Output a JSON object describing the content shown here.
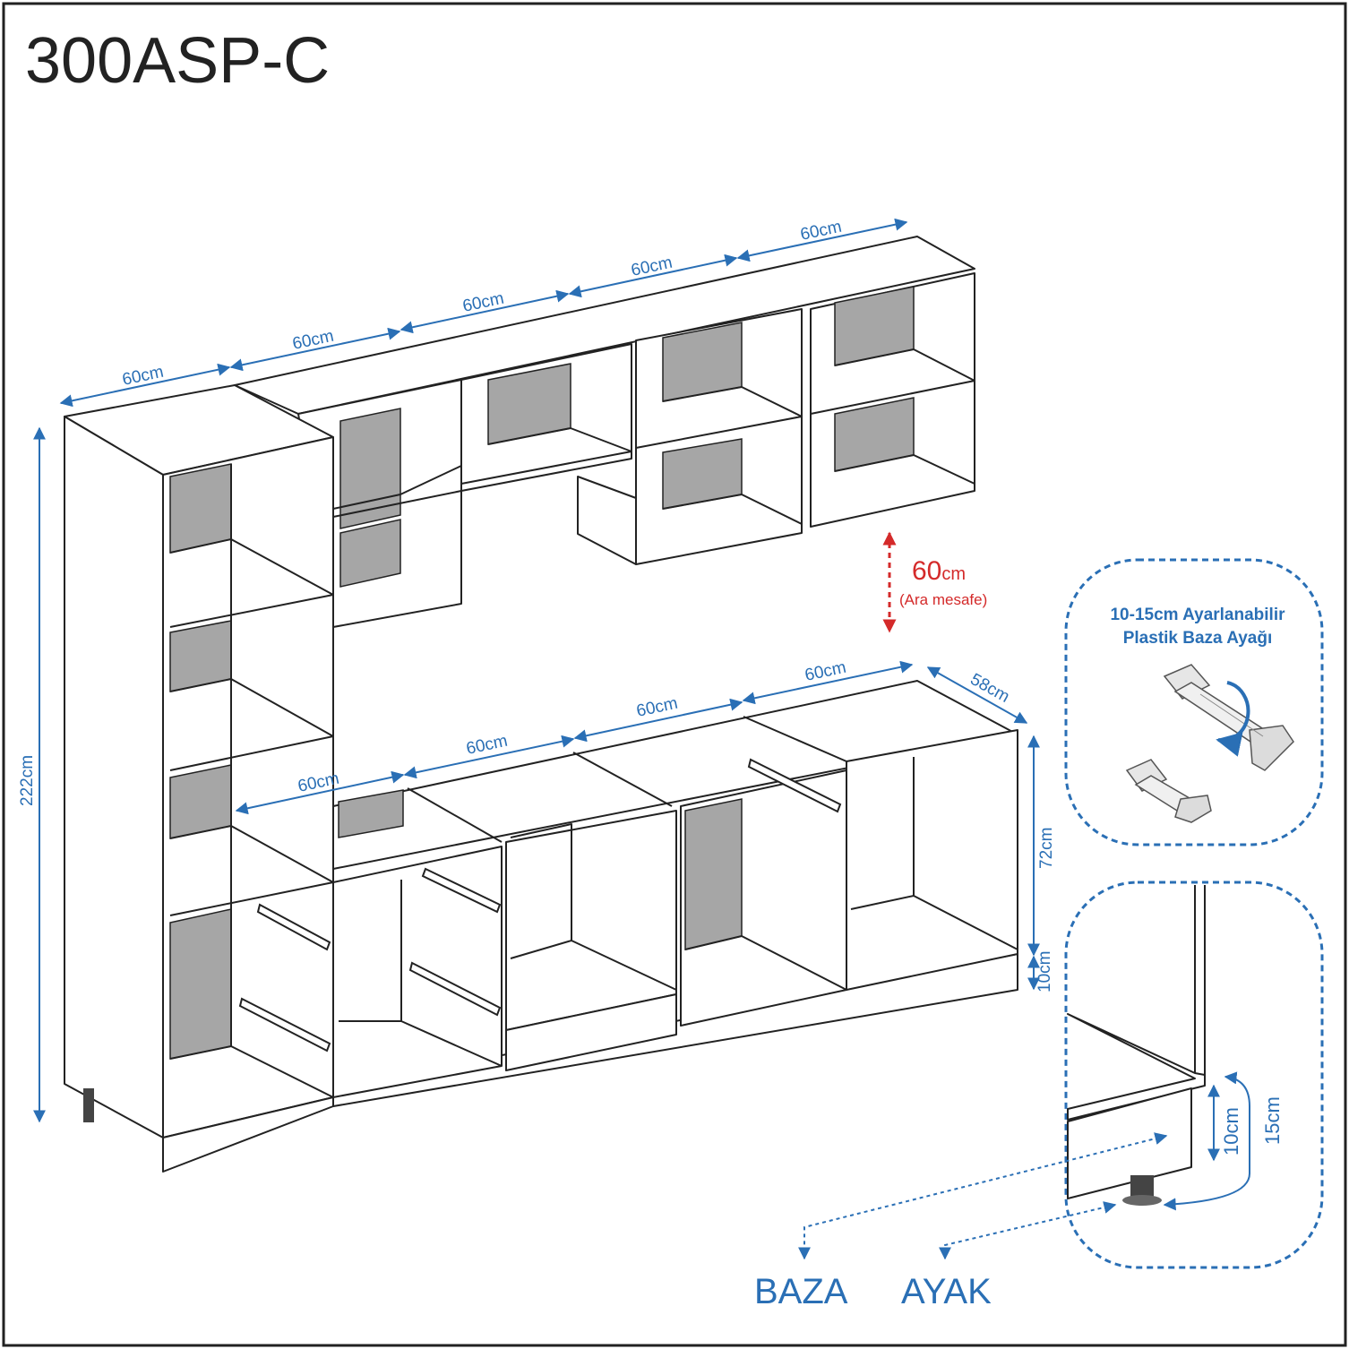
{
  "title": "300ASP-C",
  "dimensions": {
    "upper_widths": [
      "60cm",
      "60cm",
      "60cm",
      "60cm",
      "60cm"
    ],
    "lower_widths": [
      "60cm",
      "60cm",
      "60cm",
      "60cm"
    ],
    "lower_depth": "58cm",
    "total_height": "222cm",
    "base_cabinet_height": "72cm",
    "plinth_height": "10cm",
    "gap_value": "60",
    "gap_unit": "cm",
    "gap_note": "(Ara mesafe)"
  },
  "foot_callout": {
    "line1": "10-15cm Ayarlanabilir",
    "line2": "Plastik Baza Ayağı"
  },
  "detail": {
    "plinth_label": "10cm",
    "foot_label": "15cm"
  },
  "labels": {
    "baza": "BAZA",
    "ayak": "AYAK"
  },
  "colors": {
    "dimension_blue": "#2a6fb5",
    "gap_red": "#d42a2a",
    "panel_gray": "#a6a6a6",
    "outline": "#222222"
  }
}
